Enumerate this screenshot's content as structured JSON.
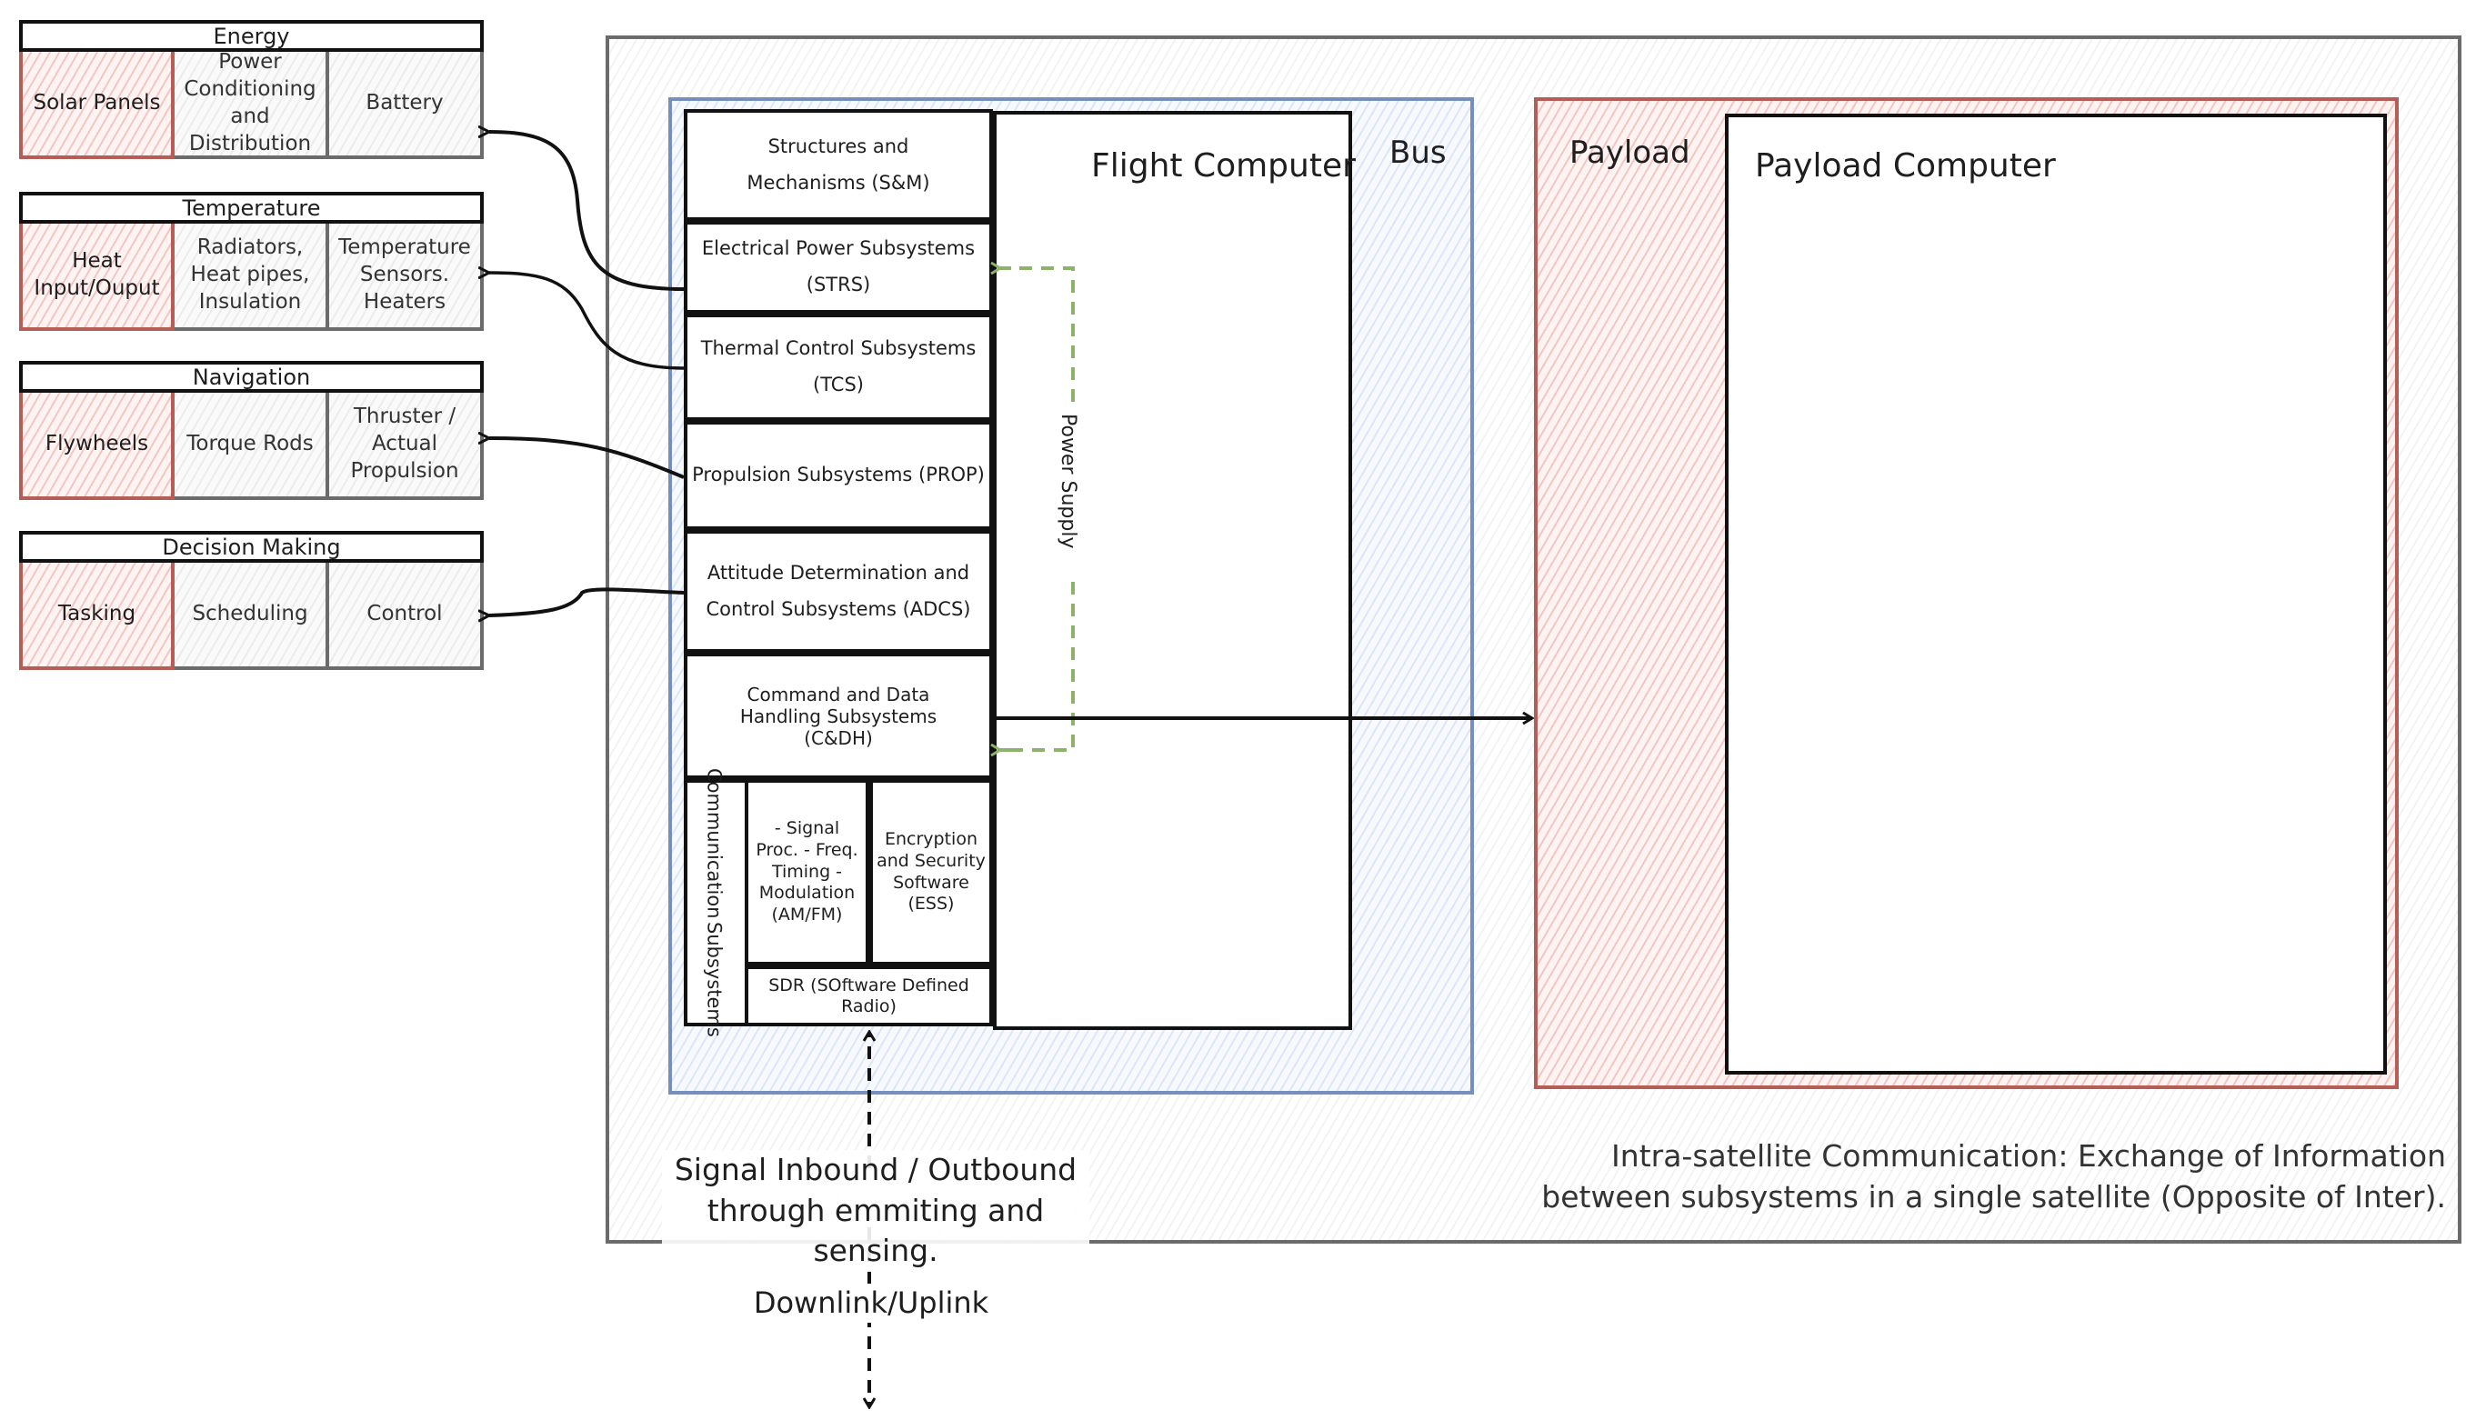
{
  "groups": [
    {
      "title": "Energy",
      "cells": [
        "Solar Panels",
        "Power Conditioning and Distribution",
        "Battery"
      ]
    },
    {
      "title": "Temperature",
      "cells": [
        "Heat Input/Ouput",
        "Radiators, Heat pipes, Insulation",
        "Temperature Sensors. Heaters"
      ]
    },
    {
      "title": "Navigation",
      "cells": [
        "Flywheels",
        "Torque Rods",
        "Thruster / Actual Propulsion"
      ]
    },
    {
      "title": "Decision Making",
      "cells": [
        "Tasking",
        "Scheduling",
        "Control"
      ]
    }
  ],
  "bus": {
    "label": "Bus",
    "flight_computer": "Flight Computer",
    "subsystems": [
      "Structures and Mechanisms (S&M)",
      "Electrical Power Subsystems (STRS)",
      "Thermal Control Subsystems (TCS)",
      "Propulsion Subsystems (PROP)",
      "Attitude Determination and Control Subsystems (ADCS)",
      "Command and Data Handling Subsystems (C&DH)"
    ],
    "communication": {
      "label_line1": "Communication",
      "label_line2": "Subsystems",
      "signal_processing": "- Signal Proc. - Freq. Timing - Modulation (AM/FM)",
      "ess": "Encryption and Security Software (ESS)",
      "sdr": "SDR (SOftware Defined Radio)"
    },
    "power_supply_label": "Power Supply"
  },
  "payload": {
    "label": "Payload",
    "computer": "Payload Computer"
  },
  "captions": {
    "signal": "Signal Inbound / Outbound through emmiting and sensing.",
    "link": "Downlink/Uplink",
    "intra": "Intra-satellite Communication: Exchange of Information between subsystems in a single satellite (Opposite of Inter)."
  },
  "colors": {
    "bus_border": "#7590bf",
    "payload_border": "#b45e57",
    "outer_border": "#6b6b6b",
    "power_supply": "#8db36b"
  }
}
